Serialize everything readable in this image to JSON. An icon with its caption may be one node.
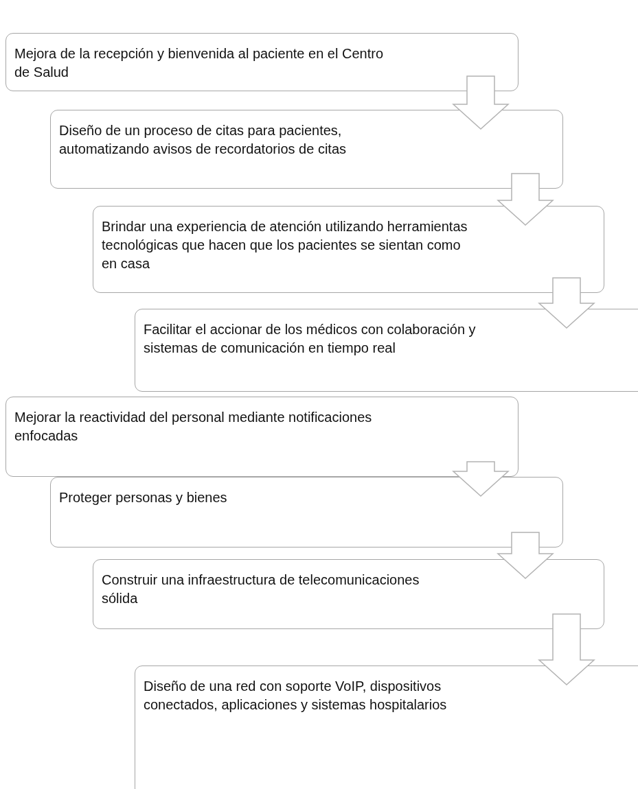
{
  "diagram": {
    "nodes": [
      {
        "text": [
          "Mejora de la recepción y bienvenida al paciente en el Centro de Salud"
        ]
      },
      {
        "text": [
          "Diseño de un proceso de citas para pacientes, automatizando avisos de recordatorios de citas"
        ]
      },
      {
        "text": [
          "Brindar una experiencia de atención utilizando herramientas tecnológicas que hacen que los pacientes se sientan como en casa"
        ]
      },
      {
        "text": [
          "Facilitar el accionar de los médicos con colaboración y sistemas de comunicación en tiempo real"
        ]
      },
      {
        "text": [
          "Mejorar la reactividad del personal mediante notificaciones enfocadas"
        ]
      },
      {
        "text": [
          "Proteger personas y bienes"
        ]
      },
      {
        "text": [
          "Construir una infraestructura de telecomunicaciones sólida"
        ]
      },
      {
        "text": [
          "Diseño de una red con soporte VoIP, dispositivos conectados, aplicaciones y sistemas hospitalarios"
        ]
      }
    ],
    "edges": [
      {
        "from": 0,
        "to": 1,
        "arrow": "to"
      },
      {
        "from": 1,
        "to": 2,
        "arrow": "to"
      },
      {
        "from": 2,
        "to": 3,
        "arrow": "to"
      },
      {
        "from": 4,
        "to": 5,
        "arrow": "to"
      },
      {
        "from": 5,
        "to": 6,
        "arrow": "to"
      },
      {
        "from": 6,
        "to": 7,
        "arrow": "to"
      }
    ]
  }
}
